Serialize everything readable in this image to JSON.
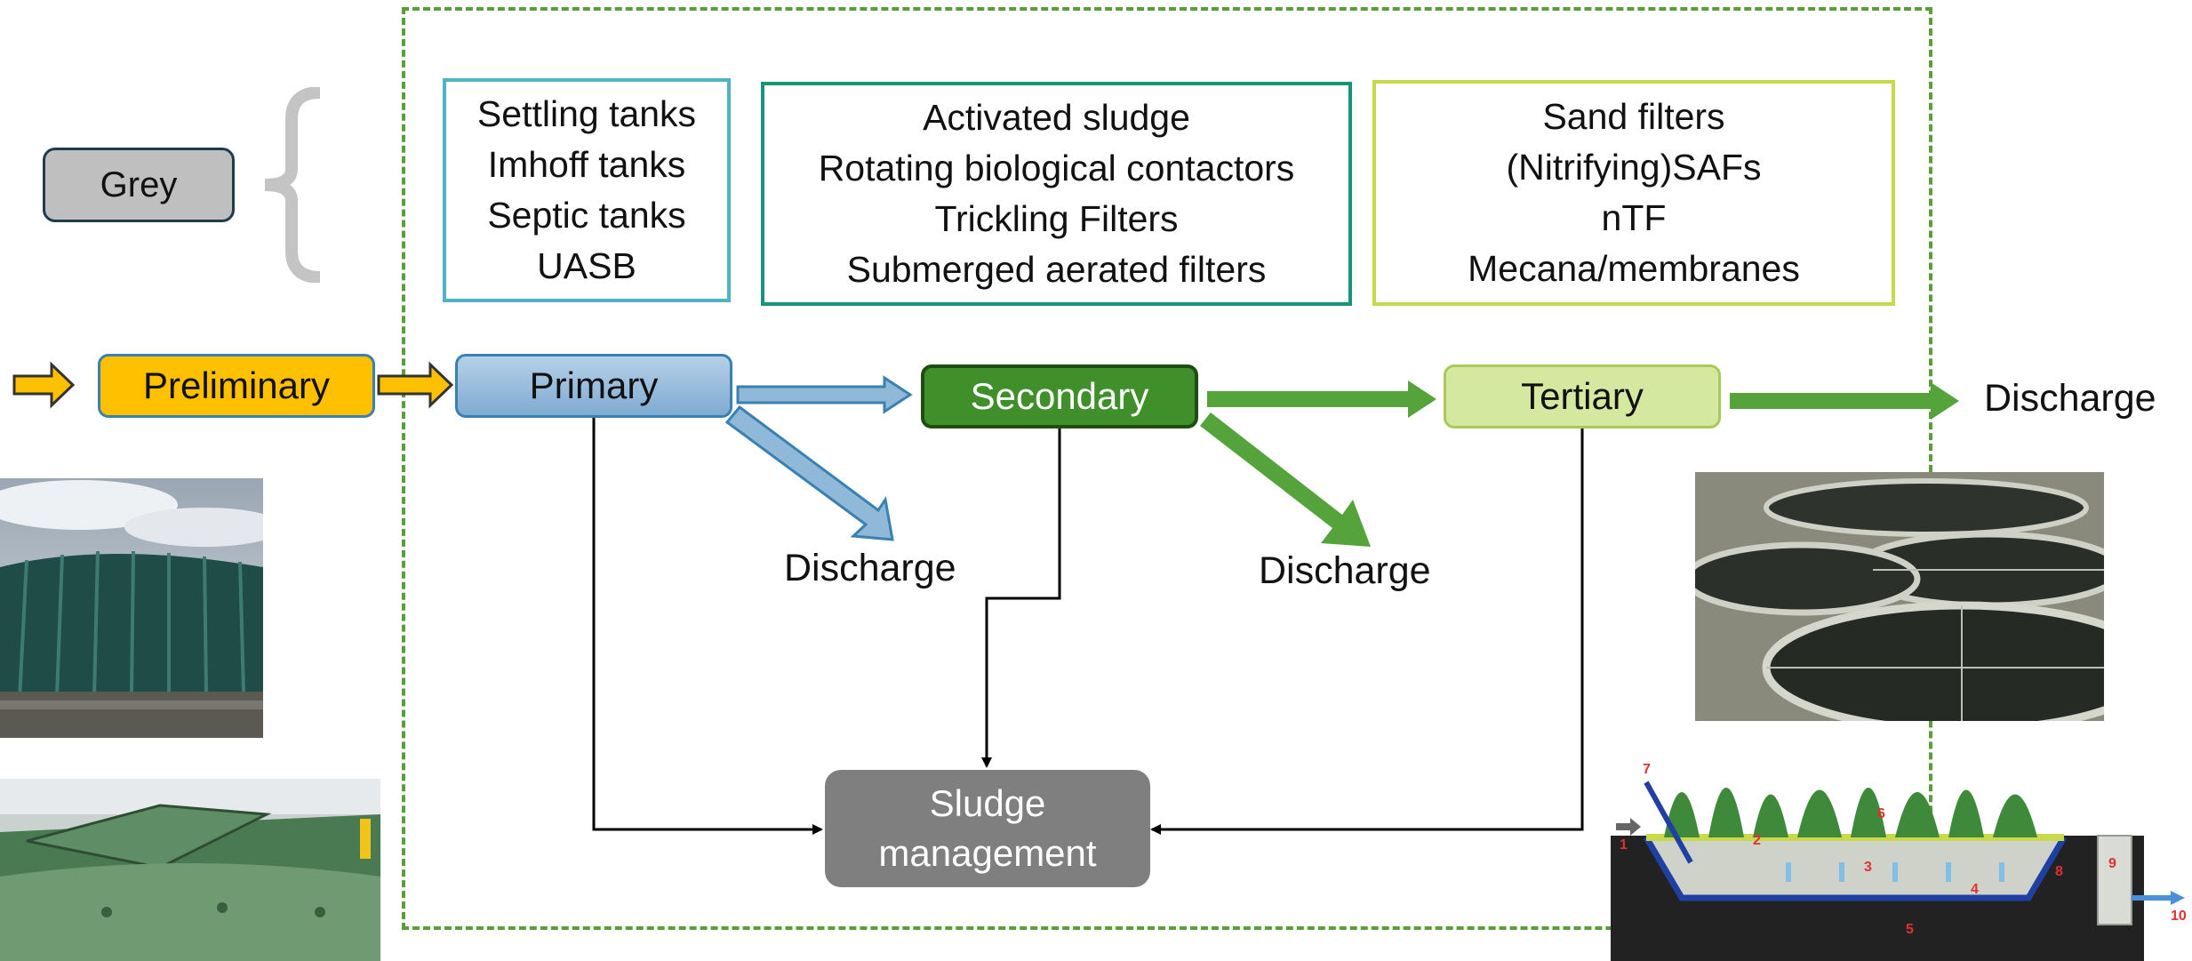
{
  "grey_label": "Grey",
  "lists": {
    "primary": [
      "Settling tanks",
      "Imhoff tanks",
      "Septic tanks",
      "UASB"
    ],
    "secondary": [
      "Activated sludge",
      "Rotating biological contactors",
      "Trickling Filters",
      "Submerged aerated filters"
    ],
    "tertiary": [
      "Sand filters",
      "(Nitrifying)SAFs",
      "nTF",
      "Mecana/membranes"
    ]
  },
  "stages": {
    "preliminary": "Preliminary",
    "primary": "Primary",
    "secondary": "Secondary",
    "tertiary": "Tertiary",
    "sludge_line1": "Sludge",
    "sludge_line2": "management"
  },
  "discharge": {
    "after_primary": "Discharge",
    "after_secondary": "Discharge",
    "final": "Discharge"
  },
  "wetland_labels": [
    "1",
    "2",
    "3",
    "4",
    "5",
    "6",
    "7",
    "8",
    "9",
    "10"
  ],
  "colors": {
    "frame_green": "#5a9e3a",
    "preliminary": "#ffc000",
    "primary": "#8fb8d9",
    "secondary": "#3f8f2a",
    "tertiary": "#d4e8a0",
    "sludge": "#7f7f7f",
    "grey_box": "#bfbfbf"
  }
}
